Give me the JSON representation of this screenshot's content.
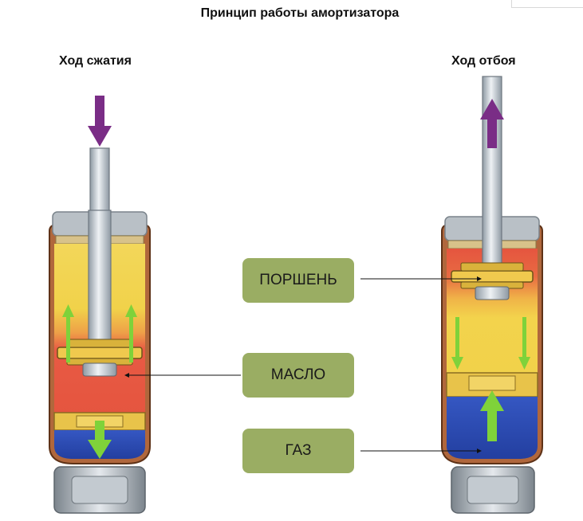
{
  "title": "Принцип работы амортизатора",
  "left_label": "Ход сжатия",
  "right_label": "Ход отбоя",
  "tags": {
    "piston": "ПОРШЕНЬ",
    "oil": "МАСЛО",
    "gas": "ГАЗ"
  },
  "colors": {
    "oil": "#f1d24a",
    "oil_hot": "#e85a44",
    "gas": "#2c4fb8",
    "rod": "#c9d1d8",
    "arrow_motion": "#7a2d86",
    "arrow_flow": "#7fd23a",
    "tag_bg": "#9aad63"
  }
}
